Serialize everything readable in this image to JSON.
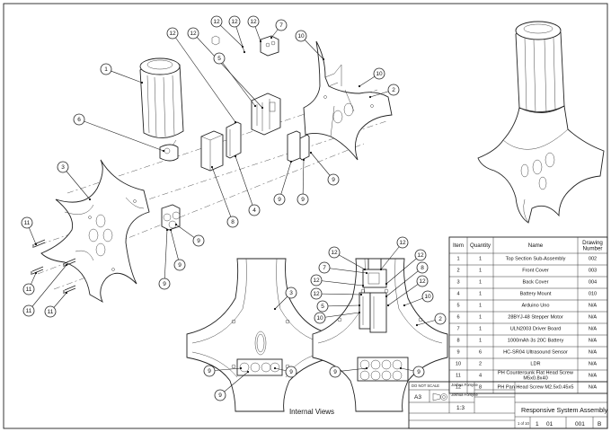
{
  "views": {
    "internal_caption": "Internal Views"
  },
  "bubbles": [
    "1",
    "2",
    "3",
    "4",
    "5",
    "6",
    "7",
    "8",
    "9",
    "10",
    "11",
    "12"
  ],
  "bom": {
    "headers": [
      "Item",
      "Quantity",
      "Name",
      "Drawing\nNumber"
    ],
    "rows": [
      {
        "item": "1",
        "qty": "1",
        "name": "Top Section Sub-Assembly",
        "dwg": "002"
      },
      {
        "item": "2",
        "qty": "1",
        "name": "Front Cover",
        "dwg": "003"
      },
      {
        "item": "3",
        "qty": "1",
        "name": "Back Cover",
        "dwg": "004"
      },
      {
        "item": "4",
        "qty": "1",
        "name": "Battery Mount",
        "dwg": "010"
      },
      {
        "item": "5",
        "qty": "1",
        "name": "Arduino Uno",
        "dwg": "N/A"
      },
      {
        "item": "6",
        "qty": "1",
        "name": "28BYJ-48 Stepper Motor",
        "dwg": "N/A"
      },
      {
        "item": "7",
        "qty": "1",
        "name": "ULN2003 Driver Board",
        "dwg": "N/A"
      },
      {
        "item": "8",
        "qty": "1",
        "name": "1000mAh 3s 20C Battery",
        "dwg": "N/A"
      },
      {
        "item": "9",
        "qty": "6",
        "name": "HC-SR04 Ultrasound Sensor",
        "dwg": "N/A"
      },
      {
        "item": "10",
        "qty": "2",
        "name": "LDR",
        "dwg": "N/A"
      },
      {
        "item": "11",
        "qty": "4",
        "name": "PH Countersunk Flat Head Screw\nM5x0.8x40",
        "dwg": "N/A"
      },
      {
        "item": "12",
        "qty": "8",
        "name": "PH Pan Head Screw M2.5x0.45x5",
        "dwg": "N/A"
      }
    ]
  },
  "title_block": {
    "do_not_scale": "DO NOT SCALE",
    "drawn_by": "Joshua Forsyne",
    "checked_by": "Joshua Forsyne",
    "sheet_size": "A3",
    "projection_symbol": "third-angle-projection-icon",
    "scale": "1:3",
    "title": "Responsive System Assembly",
    "sheet": "1 of 10",
    "issue": "1",
    "issue2": "01",
    "drawing_no": "001",
    "revision": "B"
  }
}
